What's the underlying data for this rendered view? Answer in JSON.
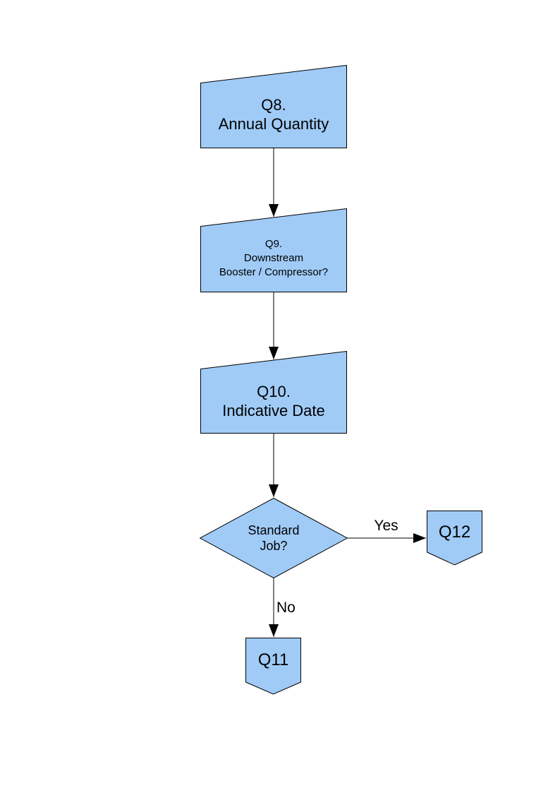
{
  "page": {
    "background": "#FFFFFF"
  },
  "diagram": {
    "colors": {
      "shape_fill": "#A0CBF7",
      "shape_border": "#000000",
      "connector": "#000000",
      "text": "#000000"
    },
    "nodes": {
      "q8": {
        "type": "manual-input",
        "lines": [
          "Q8.",
          "Annual Quantity"
        ]
      },
      "q9": {
        "type": "manual-input",
        "lines": [
          "Q9.",
          "Downstream",
          "Booster / Compressor?"
        ]
      },
      "q10": {
        "type": "manual-input",
        "lines": [
          "Q10.",
          "Indicative Date"
        ]
      },
      "standard_job": {
        "type": "decision",
        "lines": [
          "Standard",
          "Job?"
        ]
      },
      "q11": {
        "type": "off-page-connector",
        "lines": [
          "Q11"
        ]
      },
      "q12": {
        "type": "off-page-connector",
        "lines": [
          "Q12"
        ]
      }
    },
    "edge_labels": {
      "yes": "Yes",
      "no": "No"
    }
  }
}
